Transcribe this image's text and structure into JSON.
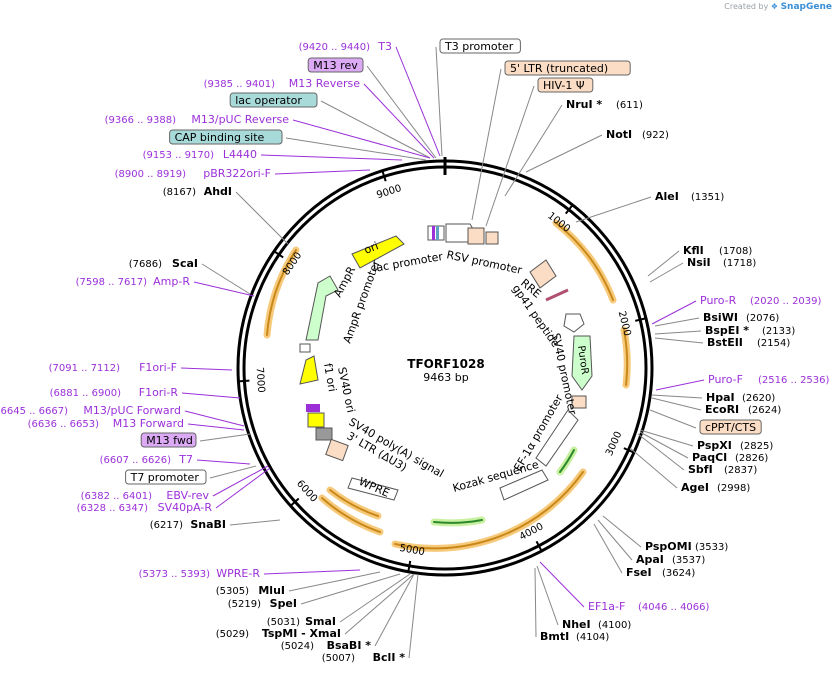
{
  "brand": {
    "created_by": "Created by",
    "name": "SnapGene"
  },
  "plasmid": {
    "name": "TFORF1028",
    "size_label": "9463 bp",
    "total_bp": 9463
  },
  "colors": {
    "primer": "#9b30d9",
    "enzyme": "#000000",
    "feature_orange": "#f5b041",
    "feature_green": "#b7f5b7",
    "feature_yellow": "#ffff00",
    "promoter_box": "#ffffff",
    "ltr_fill": "#fbdcc4",
    "cap_fill": "#a9dada",
    "m13rev_fill": "#dca9f5"
  },
  "ticks": [
    "1000",
    "2000",
    "3000",
    "4000",
    "5000",
    "6000",
    "7000",
    "8000",
    "9000"
  ],
  "right_labels": [
    {
      "name": "T3 promoter",
      "kind": "box"
    },
    {
      "name": "5' LTR (truncated)",
      "kind": "box-ltr"
    },
    {
      "name": "HIV-1 Ψ",
      "kind": "box-ltr"
    },
    {
      "name": "NruI *",
      "pos": "(611)",
      "kind": "enzyme"
    },
    {
      "name": "NotI",
      "pos": "(922)",
      "kind": "enzyme"
    },
    {
      "name": "AleI",
      "pos": "(1351)",
      "kind": "enzyme"
    },
    {
      "name": "KflI",
      "pos": "(1708)",
      "kind": "enzyme"
    },
    {
      "name": "NsiI",
      "pos": "(1718)",
      "kind": "enzyme"
    },
    {
      "name": "Puro-R",
      "pos": "(2020 .. 2039)",
      "kind": "primer"
    },
    {
      "name": "BsiWI",
      "pos": "(2076)",
      "kind": "enzyme"
    },
    {
      "name": "BspEI *",
      "pos": "(2133)",
      "kind": "enzyme"
    },
    {
      "name": "BstEII",
      "pos": "(2154)",
      "kind": "enzyme"
    },
    {
      "name": "Puro-F",
      "pos": "(2516 .. 2536)",
      "kind": "primer"
    },
    {
      "name": "HpaI",
      "pos": "(2620)",
      "kind": "enzyme"
    },
    {
      "name": "EcoRI",
      "pos": "(2624)",
      "kind": "enzyme"
    },
    {
      "name": "cPPT/CTS",
      "kind": "box-ltr"
    },
    {
      "name": "PspXI",
      "pos": "(2825)",
      "kind": "enzyme"
    },
    {
      "name": "PaqCI",
      "pos": "(2826)",
      "kind": "enzyme"
    },
    {
      "name": "SbfI",
      "pos": "(2837)",
      "kind": "enzyme"
    },
    {
      "name": "AgeI",
      "pos": "(2998)",
      "kind": "enzyme"
    },
    {
      "name": "PspOMI",
      "pos": "(3533)",
      "kind": "enzyme"
    },
    {
      "name": "ApaI",
      "pos": "(3537)",
      "kind": "enzyme"
    },
    {
      "name": "FseI",
      "pos": "(3624)",
      "kind": "enzyme"
    },
    {
      "name": "EF1a-F",
      "pos": "(4046 .. 4066)",
      "kind": "primer"
    },
    {
      "name": "NheI",
      "pos": "(4100)",
      "kind": "enzyme"
    },
    {
      "name": "BmtI",
      "pos": "(4104)",
      "kind": "enzyme"
    }
  ],
  "left_labels": [
    {
      "name": "T3",
      "pos": "(9420 .. 9440)",
      "kind": "primer"
    },
    {
      "name": "M13 rev",
      "kind": "box-m13"
    },
    {
      "name": "M13 Reverse",
      "pos": "(9385 .. 9401)",
      "kind": "primer"
    },
    {
      "name": "lac operator",
      "kind": "box-cap"
    },
    {
      "name": "M13/pUC Reverse",
      "pos": "(9366 .. 9388)",
      "kind": "primer"
    },
    {
      "name": "CAP binding site",
      "kind": "box-cap"
    },
    {
      "name": "L4440",
      "pos": "(9153 .. 9170)",
      "kind": "primer"
    },
    {
      "name": "pBR322ori-F",
      "pos": "(8900 .. 8919)",
      "kind": "primer"
    },
    {
      "name": "AhdI",
      "pos": "(8167)",
      "kind": "enzyme"
    },
    {
      "name": "ScaI",
      "pos": "(7686)",
      "kind": "enzyme"
    },
    {
      "name": "Amp-R",
      "pos": "(7598 .. 7617)",
      "kind": "primer"
    },
    {
      "name": "F1ori-F",
      "pos": "(7091 .. 7112)",
      "kind": "primer"
    },
    {
      "name": "F1ori-R",
      "pos": "(6881 .. 6900)",
      "kind": "primer"
    },
    {
      "name": "M13/pUC Forward",
      "pos": "(6645 .. 6667)",
      "kind": "primer"
    },
    {
      "name": "M13 Forward",
      "pos": "(6636 .. 6653)",
      "kind": "primer"
    },
    {
      "name": "M13 fwd",
      "kind": "box-m13"
    },
    {
      "name": "T7",
      "pos": "(6607 .. 6626)",
      "kind": "primer"
    },
    {
      "name": "T7 promoter",
      "kind": "box"
    },
    {
      "name": "EBV-rev",
      "pos": "(6382 .. 6401)",
      "kind": "primer"
    },
    {
      "name": "SV40pA-R",
      "pos": "(6328 .. 6347)",
      "kind": "primer"
    },
    {
      "name": "SnaBI",
      "pos": "(6217)",
      "kind": "enzyme"
    },
    {
      "name": "WPRE-R",
      "pos": "(5373 .. 5393)",
      "kind": "primer"
    },
    {
      "name": "MluI",
      "pos": "(5305)",
      "kind": "enzyme"
    },
    {
      "name": "SpeI",
      "pos": "(5219)",
      "kind": "enzyme"
    },
    {
      "name": "SmaI",
      "pos": "(5031)",
      "kind": "enzyme"
    },
    {
      "name": "TspMI - XmaI",
      "pos": "(5029)",
      "kind": "enzyme"
    },
    {
      "name": "BsaBI *",
      "pos": "(5024)",
      "kind": "enzyme"
    },
    {
      "name": "BclI *",
      "pos": "(5007)",
      "kind": "enzyme"
    }
  ],
  "inner_labels": [
    "ori",
    "lac promoter",
    "RSV promoter",
    "RRE",
    "gp41 peptide",
    "SV40 promoter",
    "PuroR",
    "AmpR",
    "AmpR promoter",
    "f1 ori",
    "SV40 ori",
    "SV40 poly(A) signal",
    "3' LTR (ΔU3)",
    "WPRE",
    "Kozak sequence",
    "EF-1α promoter"
  ]
}
